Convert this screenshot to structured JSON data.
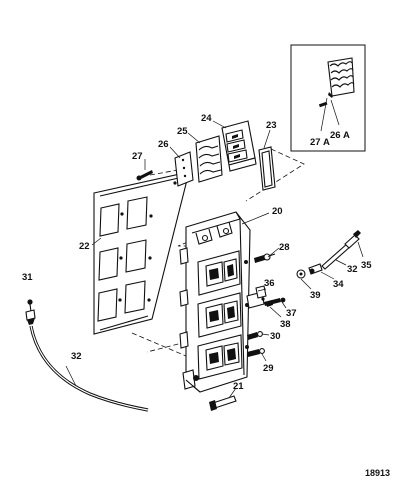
{
  "diagram": {
    "figure_number": "18913",
    "callouts": {
      "p20": "20",
      "p21": "21",
      "p22": "22",
      "p23": "23",
      "p24": "24",
      "p25": "25",
      "p26": "26",
      "p27": "27",
      "p28": "28",
      "p29": "29",
      "p30": "30",
      "p31": "31",
      "p32a": "32",
      "p32b": "32",
      "p34": "34",
      "p35": "35",
      "p36": "36",
      "p37": "37",
      "p38": "38",
      "p39": "39",
      "p26A": "26",
      "p27A": "27"
    },
    "inset_marker": "A"
  }
}
